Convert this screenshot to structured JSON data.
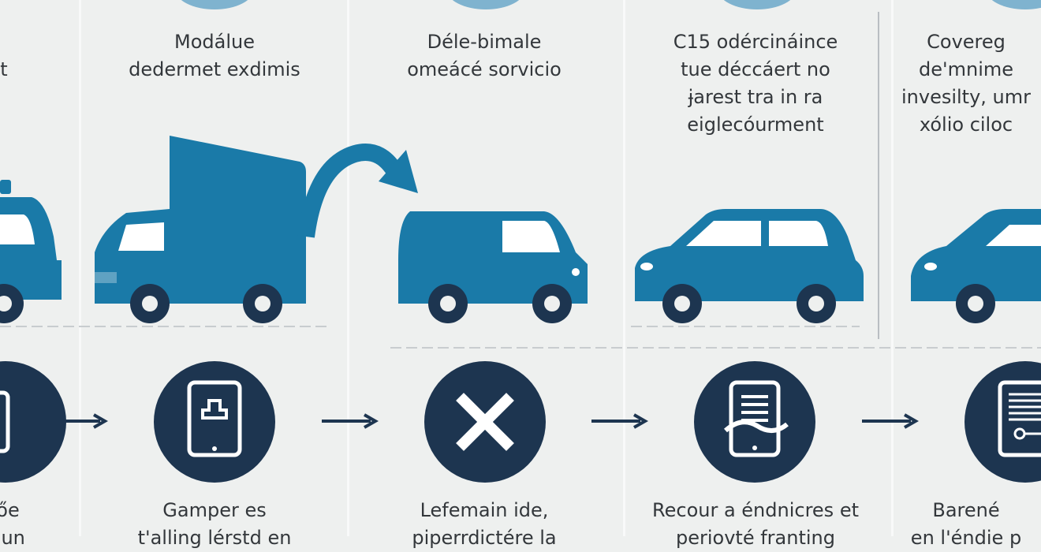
{
  "colors": {
    "vehicle": "#1a7aa8",
    "navy": "#1d3550",
    "light_circle": "#7fb3cf",
    "background": "#eef0ef"
  },
  "top_texts": [
    {
      "lines": [
        "t"
      ]
    },
    {
      "lines": [
        "Modálue",
        "dedermet exdimis"
      ]
    },
    {
      "lines": [
        "Déle-bimale",
        "omeácé sorvicio"
      ]
    },
    {
      "lines": [
        "C15 odércináince",
        "tue déccáert no",
        "ɉarest tra in ra",
        "eiglecóurment"
      ]
    },
    {
      "lines": [
        "Covereg",
        "de'mnime",
        "invesilty, umr",
        "xólio ciloc"
      ]
    }
  ],
  "step_icons": [
    "phone-icon",
    "tablet-icon",
    "close-x-icon",
    "tablet-signature-icon",
    "document-icon"
  ],
  "bottom_texts": [
    {
      "lines": [
        "őe",
        "liun"
      ]
    },
    {
      "lines": [
        "Gamper es",
        "t'alling lérstd en"
      ]
    },
    {
      "lines": [
        "Lefemain ide,",
        "piperrdictére la"
      ]
    },
    {
      "lines": [
        "Recour a éndnicres et",
        "periovté franting"
      ]
    },
    {
      "lines": [
        "Barené",
        "en l'éndie p"
      ]
    }
  ]
}
